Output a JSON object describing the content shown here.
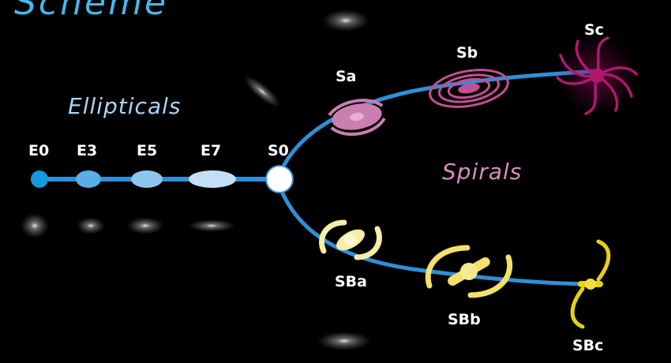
{
  "title": "Scheme",
  "groups": {
    "ellipticals": "Ellipticals",
    "spirals": "Spirals"
  },
  "types": {
    "e0": "E0",
    "e3": "E3",
    "e5": "E5",
    "e7": "E7",
    "s0": "S0",
    "sa": "Sa",
    "sb": "Sb",
    "sc": "Sc",
    "sba": "SBa",
    "sbb": "SBb",
    "sbc": "SBc"
  },
  "colors": {
    "background": "#000000",
    "fork_line": "#2f8fd8",
    "title": "#45b8ea",
    "ellipticals_label": "#a9d6f6",
    "spirals_label": "#d78fbe",
    "e0": "#1697e2",
    "e3": "#59aee8",
    "e5": "#8ec6ee",
    "e7": "#c3e0f8",
    "s0": "#ffffff",
    "sa": "#c97fb0",
    "sb": "#c54e95",
    "sc": "#b0186e",
    "sba": "#f6eea6",
    "sbb": "#f2e16a",
    "sbc": "#e8d10e"
  }
}
